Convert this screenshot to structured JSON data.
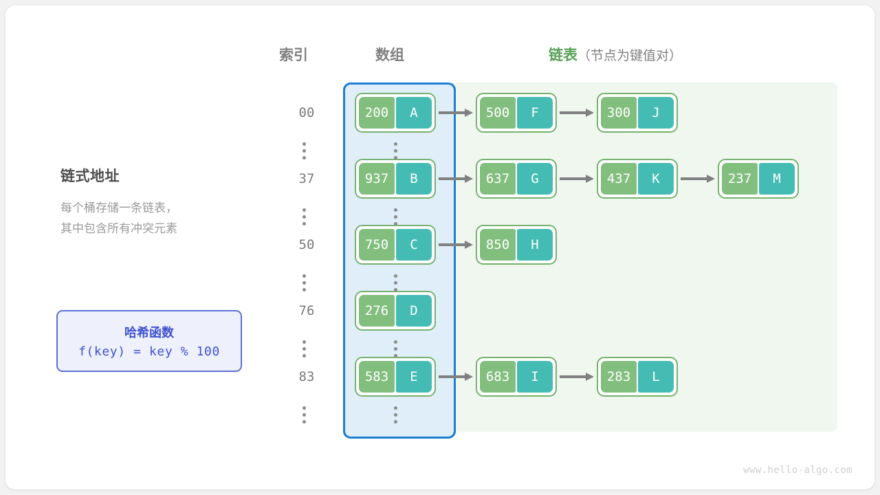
{
  "headers": {
    "index": "索引",
    "array": "数组",
    "list_main": "链表",
    "list_sub": "（节点为键值对）"
  },
  "panel": {
    "title": "链式地址",
    "desc_line1": "每个桶存储一条链表，",
    "desc_line2": "其中包含所有冲突元素"
  },
  "hash": {
    "title": "哈希函数",
    "formula": "f(key) = key % 100"
  },
  "colors": {
    "array_region_fill": "#dfeef9",
    "array_region_border": "#1c7fd0",
    "list_region_fill": "#eff7ef",
    "node_border": "#76b26f",
    "key_cell": "#82be7e",
    "value_cell": "#44bcb4",
    "arrow": "#808080",
    "accent_green": "#58a058",
    "accent_blue": "#3f51d0",
    "index_text": "#7a7a7a",
    "panel_title": "#4d4d4d",
    "panel_desc": "#9a9a9a"
  },
  "buckets": [
    {
      "index": "00",
      "nodes": [
        {
          "key": "200",
          "value": "A"
        },
        {
          "key": "500",
          "value": "F"
        },
        {
          "key": "300",
          "value": "J"
        }
      ]
    },
    {
      "index": "37",
      "nodes": [
        {
          "key": "937",
          "value": "B"
        },
        {
          "key": "637",
          "value": "G"
        },
        {
          "key": "437",
          "value": "K"
        },
        {
          "key": "237",
          "value": "M"
        }
      ]
    },
    {
      "index": "50",
      "nodes": [
        {
          "key": "750",
          "value": "C"
        },
        {
          "key": "850",
          "value": "H"
        }
      ]
    },
    {
      "index": "76",
      "nodes": [
        {
          "key": "276",
          "value": "D"
        }
      ]
    },
    {
      "index": "83",
      "nodes": [
        {
          "key": "583",
          "value": "E"
        },
        {
          "key": "683",
          "value": "I"
        },
        {
          "key": "283",
          "value": "L"
        }
      ]
    }
  ],
  "ellipsis_rows": 6,
  "watermark": "www.hello-algo.com"
}
